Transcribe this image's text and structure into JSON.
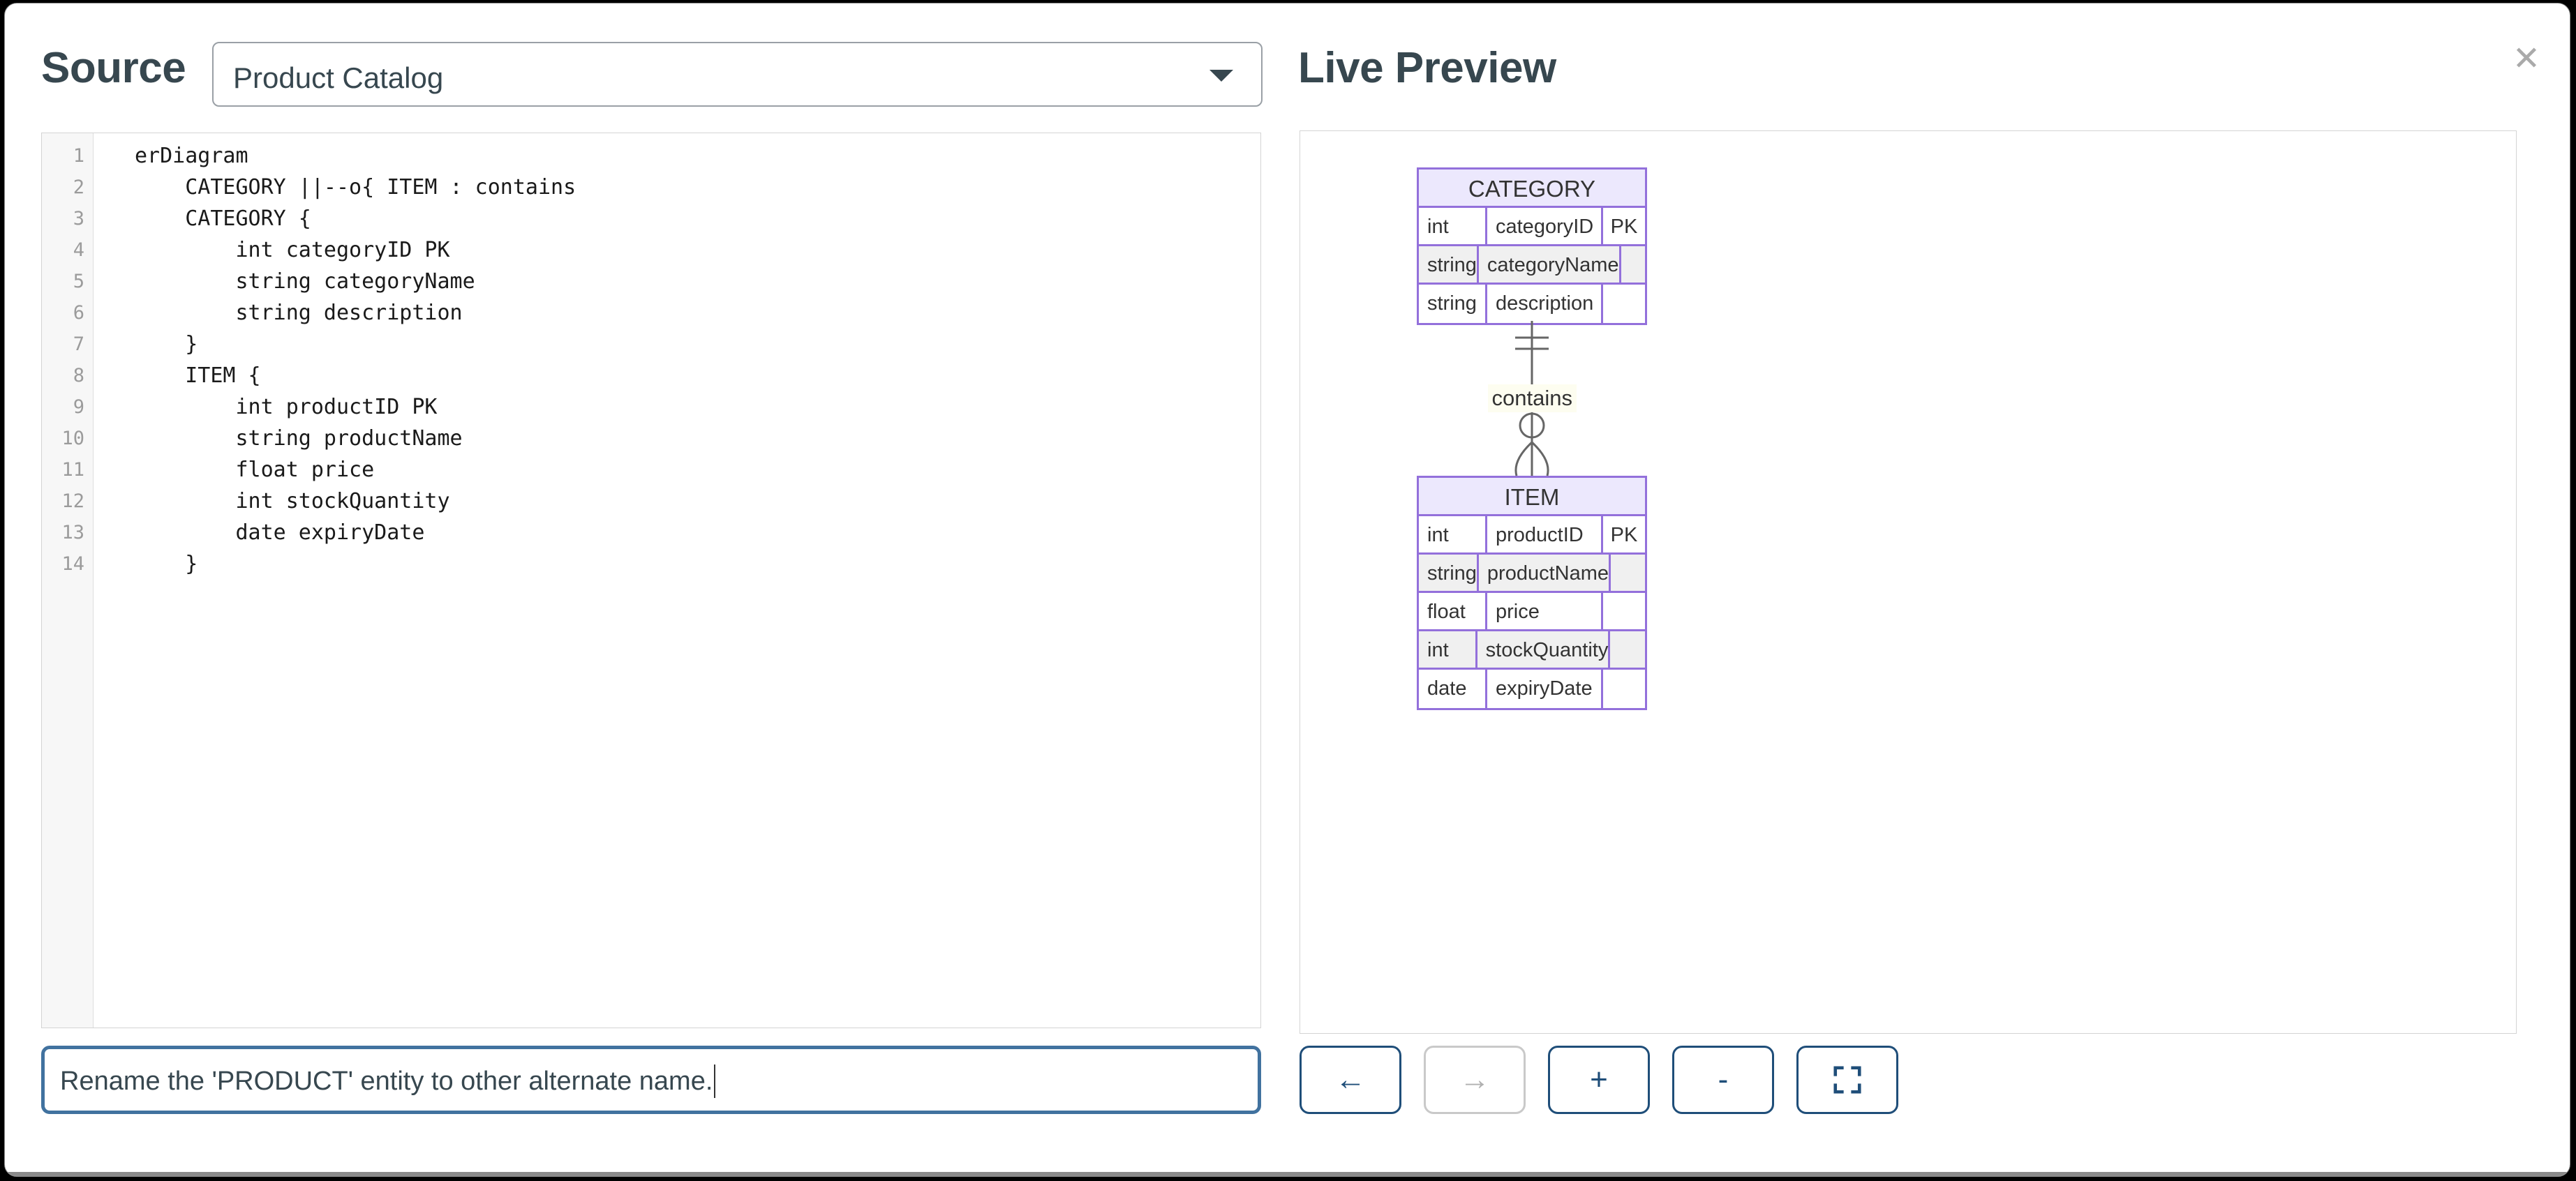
{
  "window": {
    "close_label": "✕"
  },
  "source": {
    "title": "Source",
    "selected_diagram": "Product Catalog",
    "dropdown_icon": "chevron-down-icon",
    "code_lines": [
      {
        "n": "1",
        "text": "erDiagram"
      },
      {
        "n": "2",
        "text": "    CATEGORY ||--o{ ITEM : contains"
      },
      {
        "n": "3",
        "text": "    CATEGORY {"
      },
      {
        "n": "4",
        "text": "        int categoryID PK"
      },
      {
        "n": "5",
        "text": "        string categoryName"
      },
      {
        "n": "6",
        "text": "        string description"
      },
      {
        "n": "7",
        "text": "    }"
      },
      {
        "n": "8",
        "text": "    ITEM {"
      },
      {
        "n": "9",
        "text": "        int productID PK"
      },
      {
        "n": "10",
        "text": "        string productName"
      },
      {
        "n": "11",
        "text": "        float price"
      },
      {
        "n": "12",
        "text": "        int stockQuantity"
      },
      {
        "n": "13",
        "text": "        date expiryDate"
      },
      {
        "n": "14",
        "text": "    }"
      }
    ]
  },
  "prompt": {
    "value": "Rename the 'PRODUCT' entity to other alternate name.",
    "placeholder": "Rename the 'PRODUCT' entity to other alternate name."
  },
  "preview": {
    "title": "Live Preview",
    "toolbar": [
      {
        "name": "pan-left-button",
        "label": "←",
        "disabled": false
      },
      {
        "name": "pan-right-button",
        "label": "→",
        "disabled": true
      },
      {
        "name": "zoom-in-button",
        "label": "+",
        "disabled": false
      },
      {
        "name": "zoom-out-button",
        "label": "-",
        "disabled": false
      },
      {
        "name": "fullscreen-button",
        "label": "",
        "disabled": false
      }
    ]
  },
  "chart_data": {
    "type": "diagram",
    "diagram_type": "erDiagram",
    "title": "Product Catalog",
    "colors": {
      "entity_border": "#9370db",
      "entity_header_bg": "#ece8fd",
      "alt_row_bg": "#f0f0f0",
      "relationship_line": "#666666",
      "label_bg": "#fdfdf0",
      "accent": "#1f4e79",
      "focus_border": "#41729f",
      "heading": "#37474f"
    },
    "entities": [
      {
        "name": "CATEGORY",
        "attributes": [
          {
            "type": "int",
            "name": "categoryID",
            "key": "PK"
          },
          {
            "type": "string",
            "name": "categoryName",
            "key": ""
          },
          {
            "type": "string",
            "name": "description",
            "key": ""
          }
        ]
      },
      {
        "name": "ITEM",
        "attributes": [
          {
            "type": "int",
            "name": "productID",
            "key": "PK"
          },
          {
            "type": "string",
            "name": "productName",
            "key": ""
          },
          {
            "type": "float",
            "name": "price",
            "key": ""
          },
          {
            "type": "int",
            "name": "stockQuantity",
            "key": ""
          },
          {
            "type": "date",
            "name": "expiryDate",
            "key": ""
          }
        ]
      }
    ],
    "relationships": [
      {
        "from": "CATEGORY",
        "to": "ITEM",
        "label": "contains",
        "from_cardinality": "exactly-one",
        "to_cardinality": "zero-or-more",
        "notation": "||--o{"
      }
    ]
  }
}
